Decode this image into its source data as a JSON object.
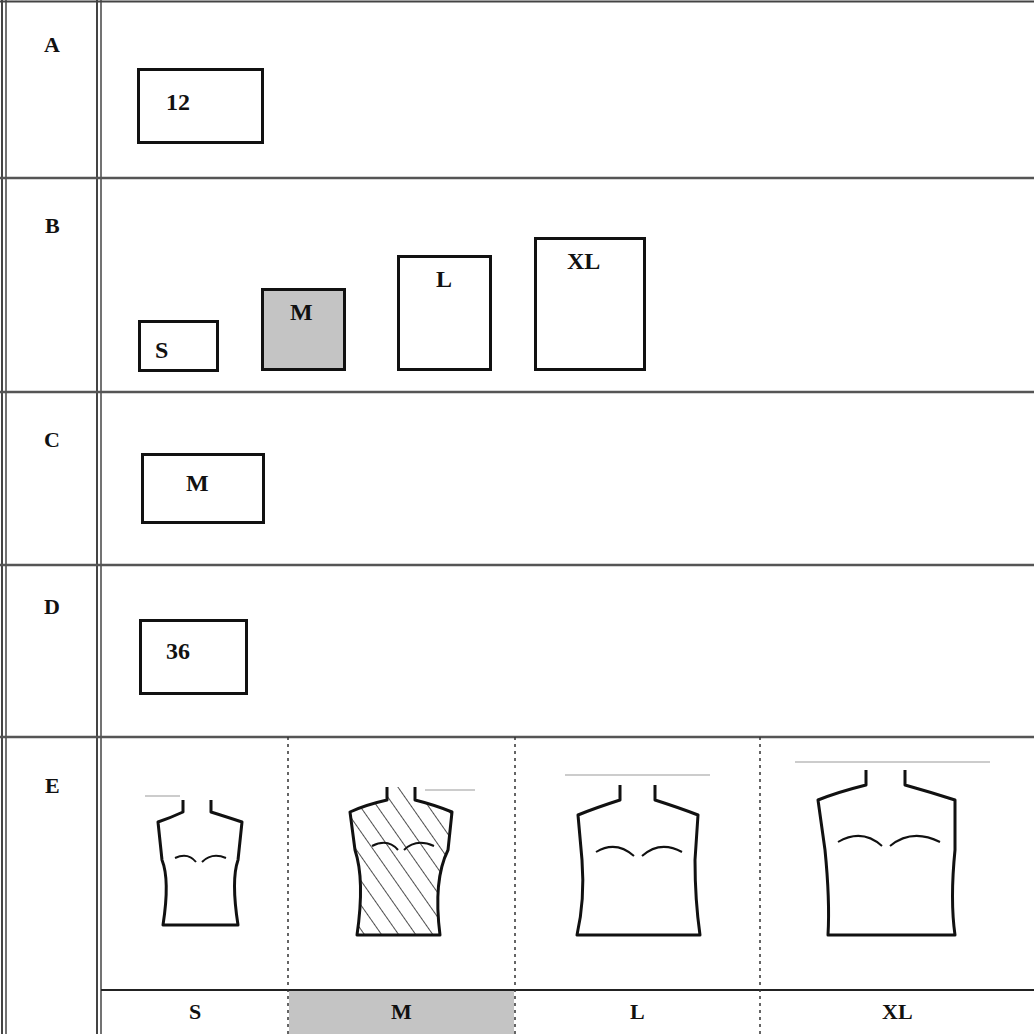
{
  "diagram": {
    "nodes": [
      {
        "text": [
          "12"
        ]
      },
      {
        "text": [
          "S"
        ]
      },
      {
        "text": [
          "M"
        ]
      },
      {
        "text": [
          "L"
        ]
      },
      {
        "text": [
          "XL"
        ]
      },
      {
        "text": [
          "M"
        ]
      },
      {
        "text": [
          "36"
        ]
      }
    ],
    "labels": [
      "A",
      "B",
      "C",
      "D",
      "E",
      "S",
      "M",
      "L",
      "XL"
    ]
  }
}
